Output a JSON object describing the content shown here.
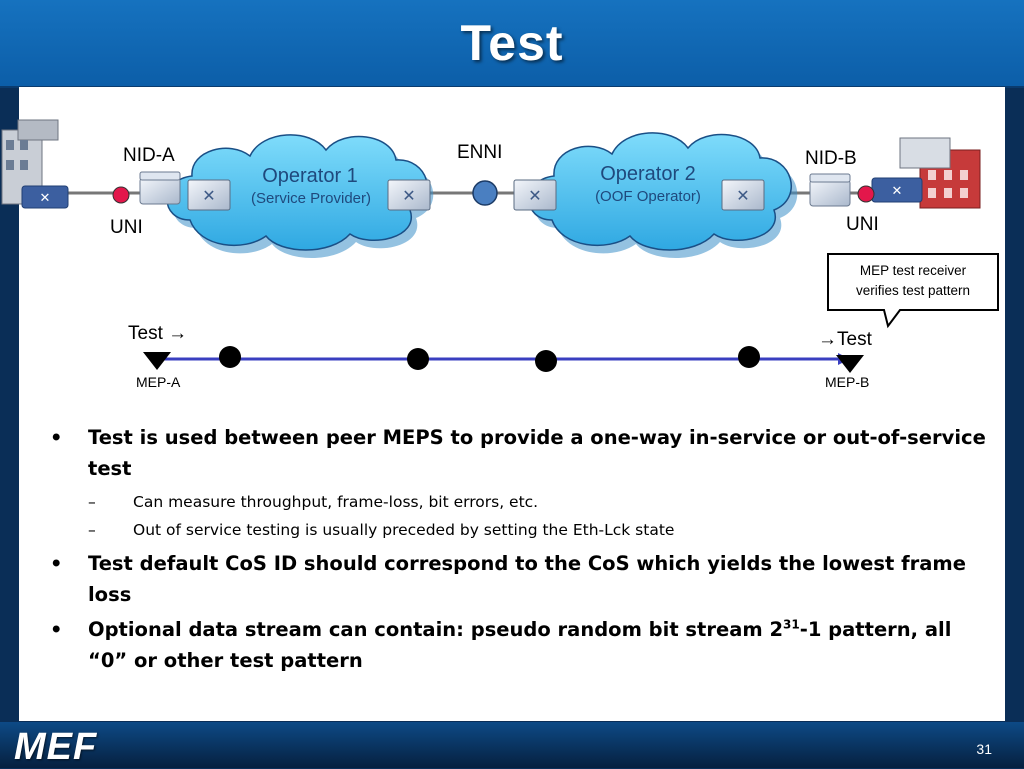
{
  "slide": {
    "title": "Test",
    "page_number": "31",
    "logo_text": "MEF"
  },
  "diagram": {
    "nid_a": "NID-A",
    "nid_b": "NID-B",
    "uni_left": "UNI",
    "uni_right": "UNI",
    "enni": "ENNI",
    "operator1_title": "Operator 1",
    "operator1_sub": "(Service Provider)",
    "operator2_title": "Operator 2",
    "operator2_sub": "(OOF Operator)",
    "test_left": "Test →",
    "test_right": "→Test",
    "mep_a": "MEP-A",
    "mep_b": "MEP-B",
    "callout_line1": "MEP test receiver",
    "callout_line2": "verifies test pattern"
  },
  "bullets": {
    "b1": "Test is used between peer MEPS to provide a one-way in-service or out-of-service test",
    "b1_sub1": "Can measure throughput, frame-loss, bit errors, etc.",
    "b1_sub2": "Out of service testing is usually preceded by setting the Eth-Lck state",
    "b2": "Test default CoS ID should correspond to the CoS which yields the lowest frame loss",
    "b3_pre": "Optional data stream can contain: pseudo random bit stream 2",
    "b3_sup": "31",
    "b3_post": "-1 pattern, all “0” or other test pattern",
    "bullet_char": "•",
    "dash_char": "–"
  },
  "colors": {
    "title_bar": "#1672bf",
    "cloud_fill": "#5cc8f4",
    "mep_line": "#3a3fc0",
    "uni_dot": "#e3174b",
    "enni_dot": "#4a7fc1"
  }
}
